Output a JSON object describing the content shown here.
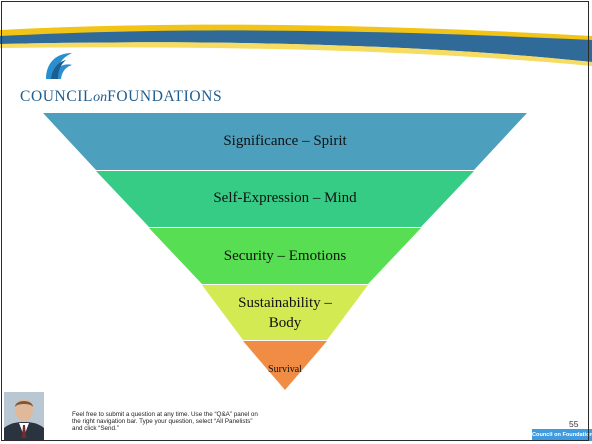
{
  "brand": {
    "name_part1": "COUNCIL",
    "name_part2": "on",
    "name_part3": "FOUNDATIONS",
    "badge_label": "Council on Foundations",
    "accent_blue": "#1e5d8f",
    "accent_yellow": "#f2c417"
  },
  "pyramid": {
    "levels": [
      {
        "label": "Significance – Spirit",
        "color": "#4c9fbd"
      },
      {
        "label": "Self-Expression – Mind",
        "color": "#37cc86"
      },
      {
        "label": "Security – Emotions",
        "color": "#57de52"
      },
      {
        "label": "Sustainability –",
        "label_line2": "Body",
        "color": "#d3ea52"
      },
      {
        "label": "Survival",
        "color": "#f08c44"
      }
    ]
  },
  "footer": {
    "line1": "Feel free to submit a question at any time. Use the “Q&A” panel on",
    "line2": "the right navigation bar. Type your question, select “All Panelists”",
    "line3": "and click “Send.”",
    "page_number": "55"
  }
}
